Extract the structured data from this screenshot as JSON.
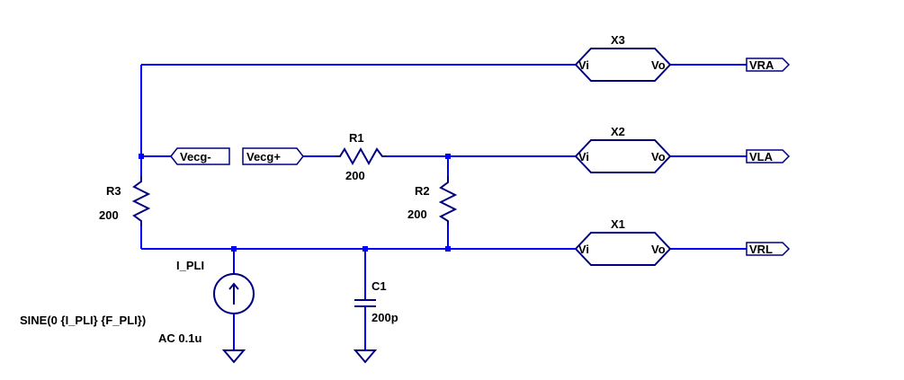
{
  "components": {
    "x3": {
      "ref": "X3",
      "in_pin": "Vi",
      "out_pin": "Vo"
    },
    "x2": {
      "ref": "X2",
      "in_pin": "Vi",
      "out_pin": "Vo"
    },
    "x1": {
      "ref": "X1",
      "in_pin": "Vi",
      "out_pin": "Vo"
    },
    "r1": {
      "ref": "R1",
      "value": "200"
    },
    "r2": {
      "ref": "R2",
      "value": "200"
    },
    "r3": {
      "ref": "R3",
      "value": "200"
    },
    "c1": {
      "ref": "C1",
      "value": "200p"
    },
    "i_pli": {
      "ref": "I_PLI",
      "spec": "SINE(0 {I_PLI} {F_PLI})",
      "ac": "AC 0.1u"
    }
  },
  "net_labels": {
    "vra": "VRA",
    "vla": "VLA",
    "vrl": "VRL",
    "vecg_minus": "Vecg-",
    "vecg_plus": "Vecg+"
  },
  "colors": {
    "wire": "#0000ff",
    "component": "#000080",
    "text": "#000000",
    "background": "#ffffff"
  }
}
